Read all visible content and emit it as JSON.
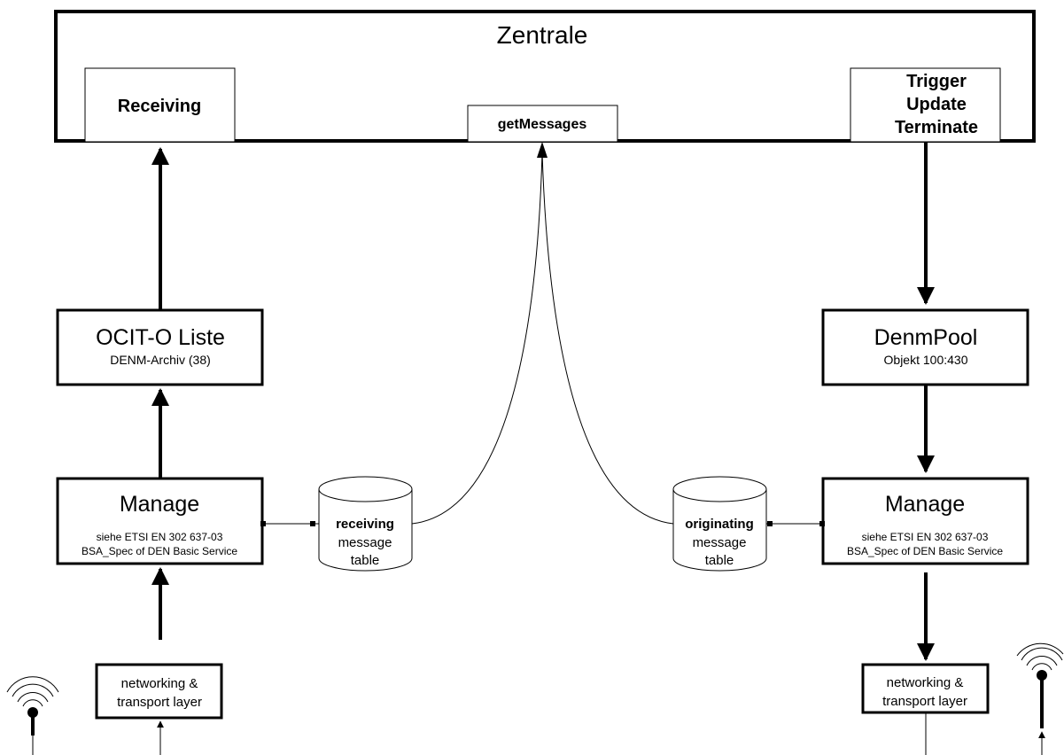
{
  "zentrale": {
    "title": "Zentrale",
    "receiving_label": "Receiving",
    "get_messages_label": "getMessages",
    "trigger_lines": [
      "Trigger",
      "Update",
      "Terminate"
    ]
  },
  "left": {
    "ocit": {
      "title": "OCIT-O Liste",
      "subtitle": "DENM-Archiv (38)"
    },
    "manage": {
      "title": "Manage",
      "line1": "siehe ETSI EN 302 637-03",
      "line2": "BSA_Spec of DEN Basic Service"
    },
    "table": {
      "line1": "receiving",
      "line2": "message",
      "line3": "table"
    },
    "network": {
      "line1": "networking &",
      "line2": "transport layer"
    }
  },
  "right": {
    "denmpool": {
      "title": "DenmPool",
      "subtitle": "Objekt 100:430"
    },
    "manage": {
      "title": "Manage",
      "line1": "siehe ETSI EN 302 637-03",
      "line2": "BSA_Spec of DEN Basic Service"
    },
    "table": {
      "line1": "originating",
      "line2": "message",
      "line3": "table"
    },
    "network": {
      "line1": "networking &",
      "line2": "transport layer"
    }
  },
  "icons": {
    "left_antenna": "antenna-icon",
    "right_antenna": "antenna-icon"
  }
}
